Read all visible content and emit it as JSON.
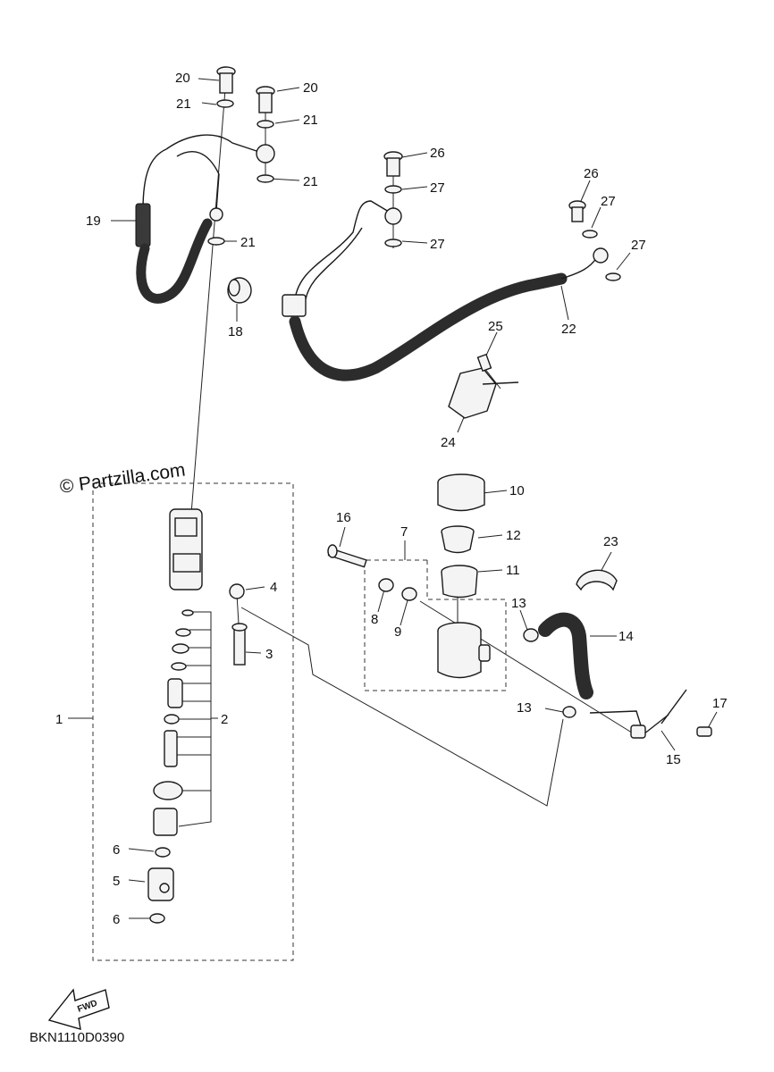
{
  "copyright": "© Partzilla.com",
  "diagram_code": "BKN1110D0390",
  "fwd_label": "FWD",
  "labels": {
    "p1": "1",
    "p2": "2",
    "p3": "3",
    "p4": "4",
    "p5": "5",
    "p6": "6",
    "p7": "7",
    "p8": "8",
    "p9": "9",
    "p10": "10",
    "p11": "11",
    "p12": "12",
    "p13": "13",
    "p14": "14",
    "p15": "15",
    "p16": "16",
    "p17": "17",
    "p18": "18",
    "p19": "19",
    "p20": "20",
    "p21": "21",
    "p22": "22",
    "p23": "23",
    "p24": "24",
    "p25": "25",
    "p26": "26",
    "p27": "27"
  }
}
